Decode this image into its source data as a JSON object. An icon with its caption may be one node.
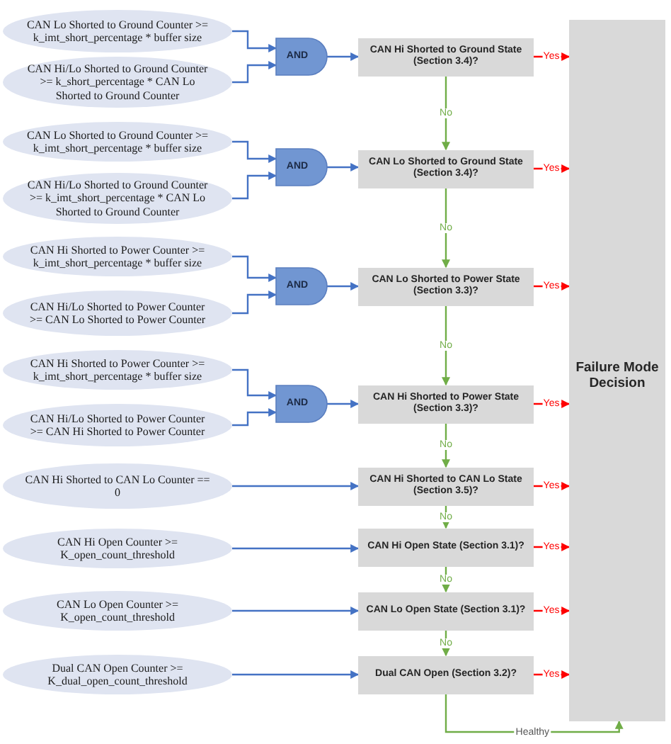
{
  "diagram": {
    "nodes": [
      {
        "text": [
          "CAN Lo Shorted to Ground Counter >= k_imt_short_percentage * buffer size"
        ]
      },
      {
        "text": [
          "CAN Hi/Lo Shorted to Ground Counter >= k_short_percentage * CAN Lo Shorted to Ground Counter"
        ]
      },
      {
        "text": [
          "CAN Lo Shorted to Ground Counter >= k_imt_short_percentage * buffer size"
        ]
      },
      {
        "text": [
          "CAN Hi/Lo Shorted to Ground Counter >= k_imt_short_percentage * CAN Lo Shorted to Ground Counter"
        ]
      },
      {
        "text": [
          "CAN Hi Shorted to Power Counter >= k_imt_short_percentage * buffer size"
        ]
      },
      {
        "text": [
          "CAN Hi/Lo Shorted to Power Counter >= CAN Lo Shorted to Power Counter"
        ]
      },
      {
        "text": [
          "CAN Hi Shorted to Power Counter >= k_imt_short_percentage * buffer size"
        ]
      },
      {
        "text": [
          "CAN Hi/Lo Shorted to Power Counter >= CAN Hi Shorted to Power Counter"
        ]
      },
      {
        "text": [
          "CAN Hi Shorted to CAN Lo Counter == 0"
        ]
      },
      {
        "text": [
          "CAN Hi Open Counter >= K_open_count_threshold"
        ]
      },
      {
        "text": [
          "CAN Lo Open Counter >= K_open_count_threshold"
        ]
      },
      {
        "text": [
          "Dual CAN Open Counter >= K_dual_open_count_threshold"
        ]
      },
      {
        "text": [
          "AND"
        ]
      },
      {
        "text": [
          "AND"
        ]
      },
      {
        "text": [
          "AND"
        ]
      },
      {
        "text": [
          "AND"
        ]
      },
      {
        "text": [
          "CAN Hi Shorted to Ground State (Section 3.4)?"
        ]
      },
      {
        "text": [
          "CAN Lo Shorted to Ground State (Section 3.4)?"
        ]
      },
      {
        "text": [
          "CAN Lo Shorted to Power State (Section 3.3)?"
        ]
      },
      {
        "text": [
          "CAN Hi Shorted to Power State (Section 3.3)?"
        ]
      },
      {
        "text": [
          "CAN Hi Shorted to CAN Lo State (Section 3.5)?"
        ]
      },
      {
        "text": [
          "CAN Hi Open State (Section 3.1)?"
        ]
      },
      {
        "text": [
          "CAN Lo Open State (Section 3.1)?"
        ]
      },
      {
        "text": [
          "Dual CAN Open (Section 3.2)?"
        ]
      },
      {
        "text": [
          "Failure Mode Decision"
        ]
      }
    ],
    "edges": [
      {
        "from": 0,
        "to": 12,
        "arrow": "to"
      },
      {
        "from": 1,
        "to": 12,
        "arrow": "to"
      },
      {
        "from": 12,
        "to": 16,
        "arrow": "to"
      },
      {
        "from": 2,
        "to": 13,
        "arrow": "to"
      },
      {
        "from": 3,
        "to": 13,
        "arrow": "to"
      },
      {
        "from": 13,
        "to": 17,
        "arrow": "to"
      },
      {
        "from": 4,
        "to": 14,
        "arrow": "to"
      },
      {
        "from": 5,
        "to": 14,
        "arrow": "to"
      },
      {
        "from": 14,
        "to": 18,
        "arrow": "to"
      },
      {
        "from": 6,
        "to": 15,
        "arrow": "to"
      },
      {
        "from": 7,
        "to": 15,
        "arrow": "to"
      },
      {
        "from": 15,
        "to": 19,
        "arrow": "to"
      },
      {
        "from": 8,
        "to": 20,
        "arrow": "to"
      },
      {
        "from": 9,
        "to": 21,
        "arrow": "to"
      },
      {
        "from": 10,
        "to": 22,
        "arrow": "to"
      },
      {
        "from": 11,
        "to": 23,
        "arrow": "to"
      },
      {
        "from": 16,
        "to": 17,
        "arrow": "to",
        "label": "No",
        "color": "#70ad47"
      },
      {
        "from": 17,
        "to": 18,
        "arrow": "to",
        "label": "No",
        "color": "#70ad47"
      },
      {
        "from": 18,
        "to": 19,
        "arrow": "to",
        "label": "No",
        "color": "#70ad47"
      },
      {
        "from": 19,
        "to": 20,
        "arrow": "to",
        "label": "No",
        "color": "#70ad47"
      },
      {
        "from": 20,
        "to": 21,
        "arrow": "to",
        "label": "No",
        "color": "#70ad47"
      },
      {
        "from": 21,
        "to": 22,
        "arrow": "to",
        "label": "No",
        "color": "#70ad47"
      },
      {
        "from": 22,
        "to": 23,
        "arrow": "to",
        "label": "No",
        "color": "#70ad47"
      },
      {
        "from": 16,
        "to": 24,
        "arrow": "to",
        "label": "Yes",
        "color": "#ff0000"
      },
      {
        "from": 17,
        "to": 24,
        "arrow": "to",
        "label": "Yes",
        "color": "#ff0000"
      },
      {
        "from": 18,
        "to": 24,
        "arrow": "to",
        "label": "Yes",
        "color": "#ff0000"
      },
      {
        "from": 19,
        "to": 24,
        "arrow": "to",
        "label": "Yes",
        "color": "#ff0000"
      },
      {
        "from": 20,
        "to": 24,
        "arrow": "to",
        "label": "Yes",
        "color": "#ff0000"
      },
      {
        "from": 21,
        "to": 24,
        "arrow": "to",
        "label": "Yes",
        "color": "#ff0000"
      },
      {
        "from": 22,
        "to": 24,
        "arrow": "to",
        "label": "Yes",
        "color": "#ff0000"
      },
      {
        "from": 23,
        "to": 24,
        "arrow": "to",
        "label": "Yes",
        "color": "#ff0000"
      },
      {
        "from": 23,
        "to": 24,
        "arrow": "to",
        "label": "Healthy",
        "color": "#70ad47"
      }
    ]
  }
}
